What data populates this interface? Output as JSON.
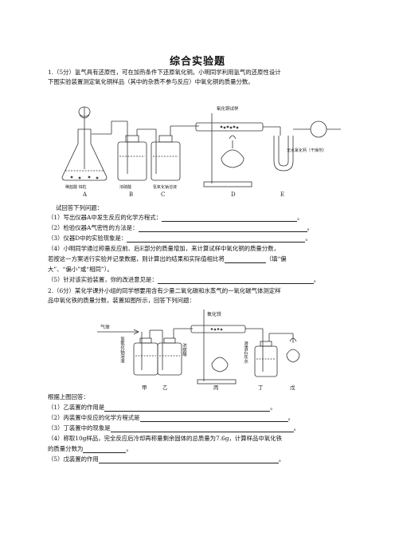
{
  "title": "综合实验题",
  "q1": {
    "intro": [
      "1.（5分）氢气具有还原性，可在加热条件下还原氧化铜。小明同学利用氢气的还原性设计",
      "下图实验装置测定氧化铜样品（其中的杂质不参与反应）中氧化铜的质量分数。"
    ],
    "figure_labels": {
      "sample": "氧化铜试样",
      "zinc": "稀盐酸 锌粒",
      "conc_acid": "浓硫酸",
      "naoh": "氢氧化钠溶液",
      "drying_agent": "无水氯化钙（干燥剂）",
      "A": "A",
      "B": "B",
      "C": "C",
      "D": "D",
      "E": "E"
    },
    "prompt": "试回答下列问题：",
    "questions": [
      {
        "text": "（1）写出仪器A中发生反应的化学方程式：",
        "end": "。"
      },
      {
        "text": "（2）检验仪器A气密性的方法是：",
        "end": "。"
      },
      {
        "text": "（3）仪器D中的实验现象是：",
        "end": "。"
      }
    ],
    "q4": [
      "（4）小明同学通过称量反应前、后E部分的质量增加，来计算试样中氧化铜的质量分数，",
      "若按这一方案进行实验并记录数据，则计算出的结果和实际值相比将",
      "（填“偏",
      "大”、“偏小”或“相同”）。"
    ],
    "q5": {
      "text": "（5）针对该实验装置，你的改进意见是：",
      "end": "。"
    }
  },
  "q2": {
    "intro": [
      "2.（6分）某化学课外小组的同学想要用含有少量二氧化碳和水蒸气的一氧化碳气体测定样",
      "品中氧化铁的质量分数，装置如图所示，回答下列问题："
    ],
    "figure_labels": {
      "gas": "气体",
      "naoh": "氢氧化钠溶液",
      "conc_acid": "浓硫酸",
      "fe2o3": "氧化铁",
      "limewater": "澄清石灰水",
      "jia": "甲",
      "yi": "乙",
      "bing": "丙",
      "ding": "丁",
      "wu": "戊"
    },
    "prompt": "根据上图回答：",
    "questions": [
      {
        "text": "（1）乙装置的作用是",
        "end": "。"
      },
      {
        "text": "（2）丙装置中反应的化学方程式是",
        "end": "。"
      },
      {
        "text": "（3）丁装置中的现象是",
        "end": "。"
      }
    ],
    "q4": [
      "（4）称取10g样品，完全反应后冷却再称量剩余固体的总质量为7.6g，计算样品中氧化铁",
      "的质量分数为",
      "。"
    ],
    "q5": {
      "text": "（5）戊装置的作用",
      "end": "。"
    }
  }
}
